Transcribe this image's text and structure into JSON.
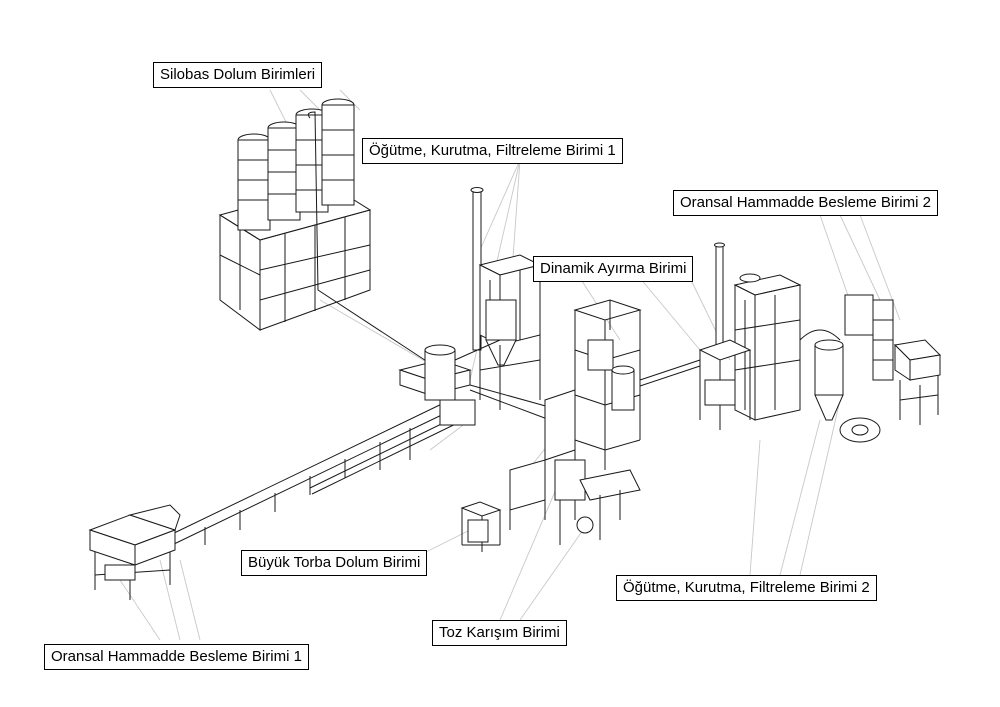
{
  "labels": {
    "silobas": "Silobas Dolum Birimleri",
    "ogutme_1": "Öğütme, Kurutma, Filtreleme Birimi 1",
    "oransal_2": "Oransal Hammadde Besleme Birimi 2",
    "dinamik": "Dinamik Ayırma Birimi",
    "buyuk_torba": "Büyük Torba Dolum Birimi",
    "ogutme_2": "Öğütme, Kurutma, Filtreleme Birimi 2",
    "toz_karisim": "Toz Karışım Birimi",
    "oransal_1": "Oransal Hammadde Besleme Birimi 1"
  },
  "colors": {
    "line": "#1a1a1a",
    "leader": "#c8c8c8",
    "label_border": "#000000",
    "background": "#ffffff"
  }
}
